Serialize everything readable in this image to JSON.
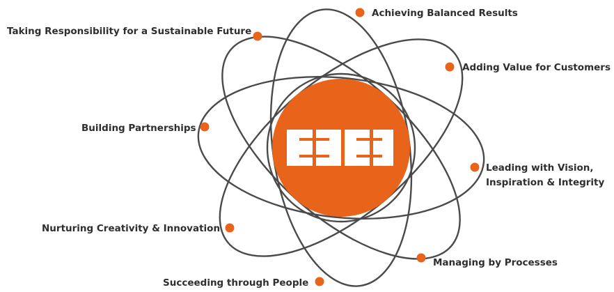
{
  "colors": {
    "accent": "#e8641a",
    "orbit_line": "#4a4a4a",
    "label_text": "#2e2e2e",
    "background": "#ffffff"
  },
  "values": [
    {
      "label": "Achieving Balanced Results"
    },
    {
      "label": "Adding Value for Customers"
    },
    {
      "label": "Leading with Vision,",
      "label_line2": "Inspiration & Integrity"
    },
    {
      "label": "Managing by Processes"
    },
    {
      "label": "Succeeding through People"
    },
    {
      "label": "Nurturing Creativity & Innovation"
    },
    {
      "label": "Building Partnerships"
    },
    {
      "label": "Taking Responsibility for a Sustainable Future"
    }
  ],
  "core_logo": {
    "icon": "logo-block-icon"
  }
}
